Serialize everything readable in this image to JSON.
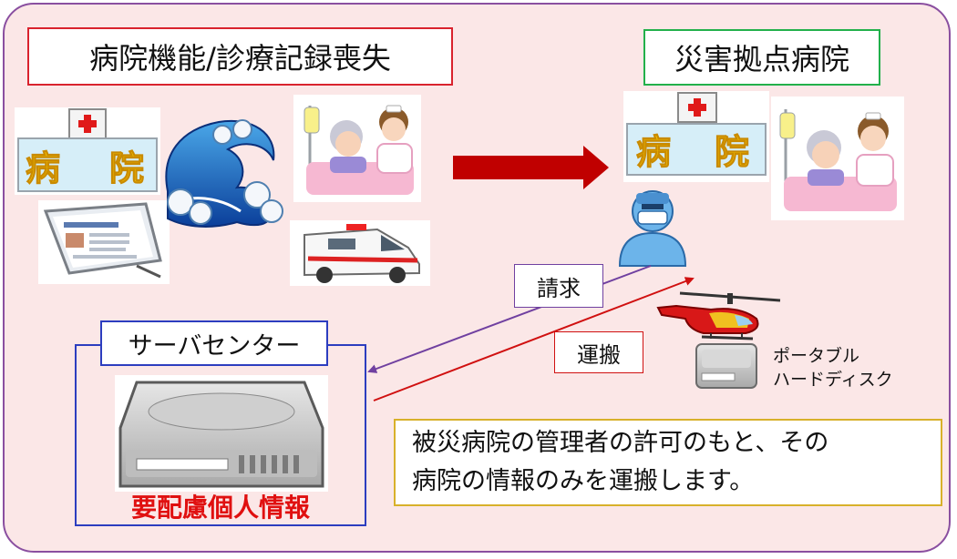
{
  "labels": {
    "title_loss": "病院機能/診療記録喪失",
    "title_base": "災害拠点病院",
    "hospital_char1": "病",
    "hospital_char2": "院",
    "server_center": "サーバセンター",
    "sensitive": "要配慮個人情報",
    "request": "請求",
    "transport": "運搬",
    "portable_hdd_1": "ポータブル",
    "portable_hdd_2": "ハードディスク",
    "note_line1": "被災病院の管理者の許可のもと、その",
    "note_line2": "病院の情報のみを運搬します。"
  },
  "colors": {
    "frame_border": "#8a4fa0",
    "frame_fill": "#fbe7e7",
    "red_box": "#d9232e",
    "green_box": "#22b04b",
    "blue_box": "#2c3dbf",
    "yellow_box": "#d8b12a",
    "arrow_red": "#c00000",
    "arrow_purple": "#7040a0"
  },
  "icons": [
    "hospital-icon",
    "tsunami-wave-icon",
    "tablet-ehr-icon",
    "patient-nurse-icon",
    "ambulance-icon",
    "doctor-icon",
    "helicopter-icon",
    "portable-hdd-icon",
    "server-drive-icon"
  ]
}
